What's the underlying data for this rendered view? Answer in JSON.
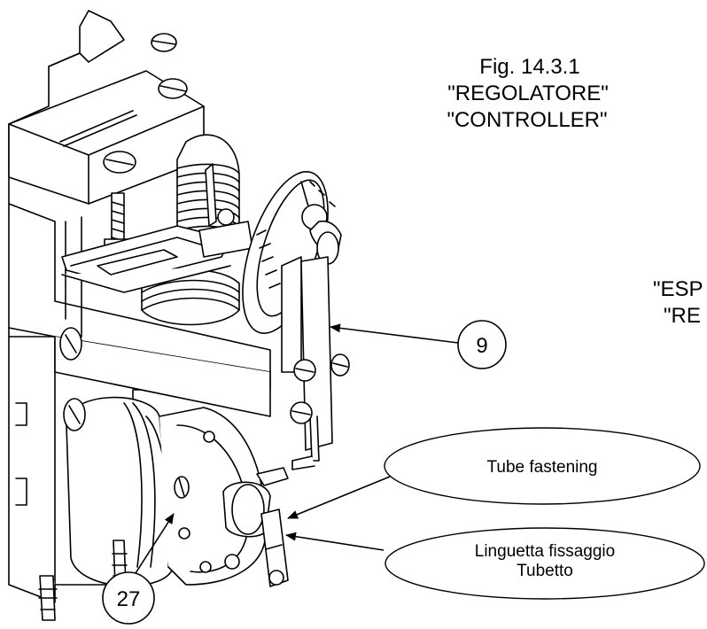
{
  "figure": {
    "caption_line1": "Fig. 14.3.1",
    "caption_line2": "\"REGOLATORE\"",
    "caption_line3": "\"CONTROLLER\"",
    "cut_label_line1": "\"ESP",
    "cut_label_line2": "\"RE"
  },
  "callouts": {
    "number_9": "9",
    "number_27": "27",
    "tube_fastening": "Tube fastening",
    "linguetta_line1": "Linguetta fissaggio",
    "linguetta_line2": "Tubetto"
  }
}
